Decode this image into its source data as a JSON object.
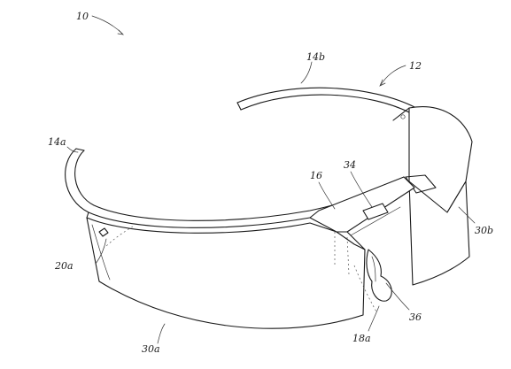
{
  "figure": {
    "labels": {
      "l10": "10",
      "l12": "12",
      "l14a": "14a",
      "l14b": "14b",
      "l16": "16",
      "l18a": "18a",
      "l20a": "20a",
      "l30a": "30a",
      "l30b": "30b",
      "l34": "34",
      "l36": "36"
    }
  }
}
